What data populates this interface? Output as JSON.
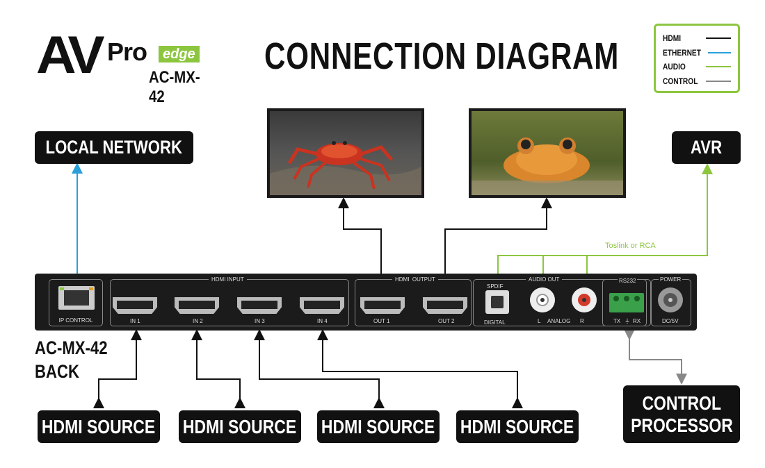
{
  "logo": {
    "brand_av": "AV",
    "brand_pro": "Pro",
    "brand_edge": "edge",
    "model": "AC-MX-42"
  },
  "title": "CONNECTION DIAGRAM",
  "legend": [
    {
      "label": "HDMI",
      "color": "#111111"
    },
    {
      "label": "ETHERNET",
      "color": "#2a9fd8"
    },
    {
      "label": "AUDIO",
      "color": "#8cc63f"
    },
    {
      "label": "CONTROL",
      "color": "#888888"
    }
  ],
  "boxes": {
    "local_network": "LOCAL NETWORK",
    "avr": "AVR",
    "control_processor_line1": "CONTROL",
    "control_processor_line2": "PROCESSOR",
    "hdmi_sources": [
      "HDMI SOURCE",
      "HDMI SOURCE",
      "HDMI SOURCE",
      "HDMI SOURCE"
    ]
  },
  "back_label": {
    "line1": "AC-MX-42",
    "line2": "BACK"
  },
  "audio_note": "Toslink or RCA",
  "device": {
    "ip_control": "IP CONTROL",
    "hdmi_input": "HDMI INPUT",
    "inputs": [
      "IN 1",
      "IN 2",
      "IN 3",
      "IN 4"
    ],
    "hdmi_output": "HDMI  OUTPUT",
    "outputs": [
      "OUT 1",
      "OUT 2"
    ],
    "spdif": "SPDIF",
    "digital": "DIGITAL",
    "audio_out": "AUDIO OUT",
    "analog_l": "L",
    "analog": "ANALOG",
    "analog_r": "R",
    "rs232": "RS232",
    "tx": "TX",
    "rx": "RX",
    "power": "POWER",
    "dc5v": "DC/5V"
  }
}
